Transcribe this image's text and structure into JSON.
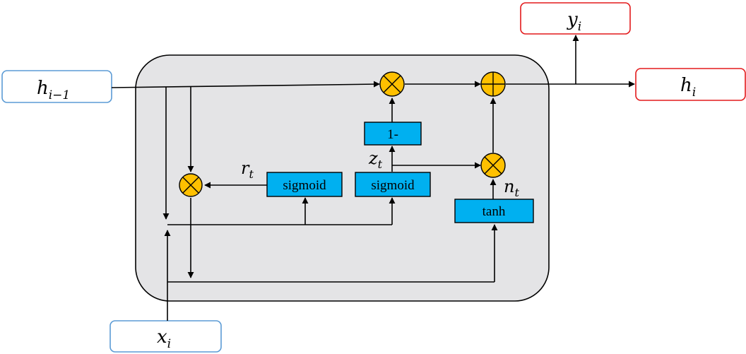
{
  "colors": {
    "cell_fill": "#e4e4e6",
    "cell_stroke": "#000000",
    "gate_fill": "#00b0f0",
    "operator_fill": "#ffc000",
    "input_border": "#5b9bd5",
    "output_border": "#e31a1c"
  },
  "io": {
    "h_prev": {
      "base": "h",
      "sub": "i−1"
    },
    "x_in": {
      "base": "x",
      "sub": "i"
    },
    "y_out": {
      "base": "y",
      "sub": "i"
    },
    "h_out": {
      "base": "h",
      "sub": "i"
    }
  },
  "gates": {
    "reset_sigmoid": "sigmoid",
    "update_sigmoid": "sigmoid",
    "one_minus": "1-",
    "tanh": "tanh"
  },
  "vars": {
    "r": {
      "base": "r",
      "sub": "t"
    },
    "z": {
      "base": "z",
      "sub": "t"
    },
    "n": {
      "base": "n",
      "sub": "t"
    }
  },
  "operators": {
    "multiply_icon": "circled-times",
    "add_icon": "circled-plus"
  }
}
